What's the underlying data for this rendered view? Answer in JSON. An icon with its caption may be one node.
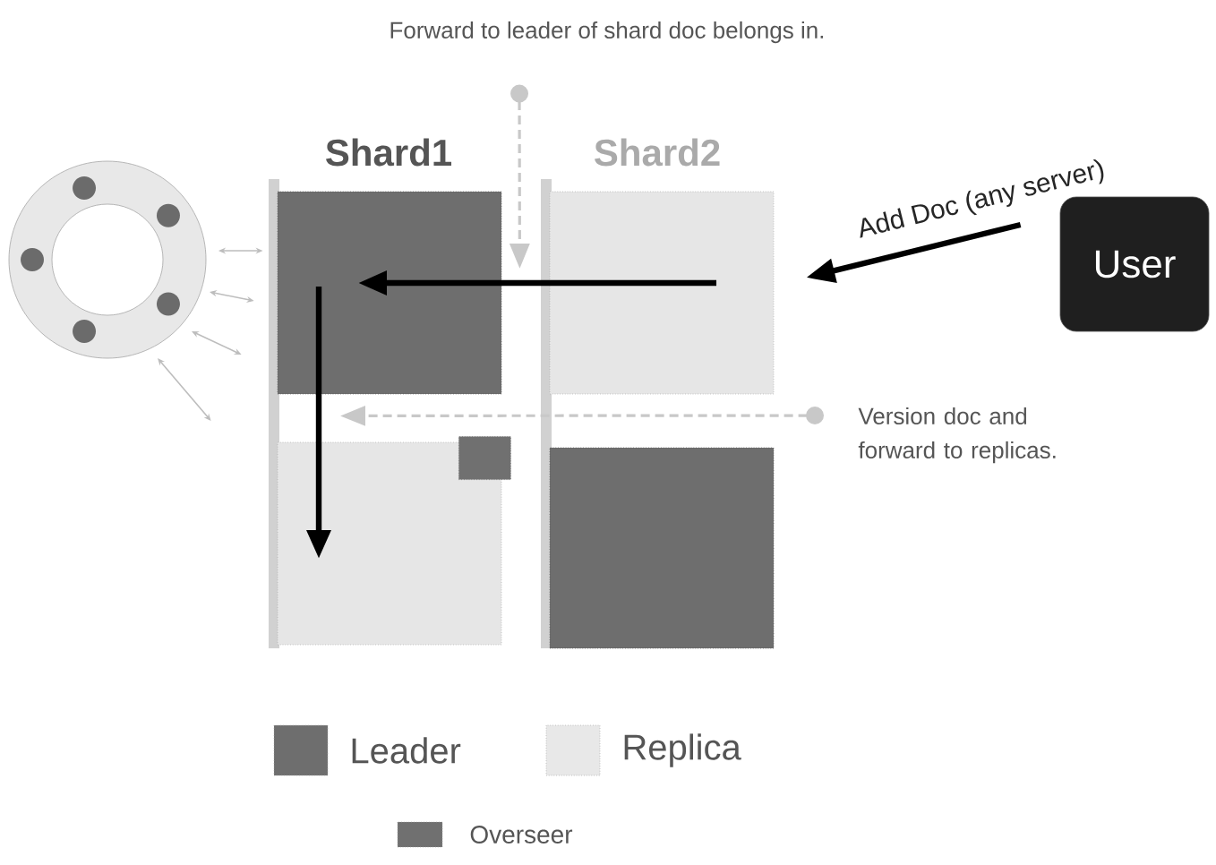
{
  "diagram": {
    "nodes": [
      {
        "text": [],
        "shape": "circle"
      },
      {
        "text": [],
        "shape": "box"
      },
      {
        "text": [],
        "shape": "box"
      },
      {
        "text": [],
        "shape": "box"
      },
      {
        "text": [],
        "shape": "box"
      },
      {
        "text": [
          "User"
        ]
      },
      {
        "text": [],
        "shape": "box",
        "in": 2
      },
      {
        "text": [
          "Forward to leader of shard doc belongs in."
        ]
      },
      {
        "text": [
          "Version doc and forward to replicas."
        ]
      }
    ],
    "edges": [
      {
        "from": 0,
        "to": 1,
        "arrow": "both",
        "color": "#bdbdbd"
      },
      {
        "from": 0,
        "to": 1,
        "arrow": "both",
        "color": "#bdbdbd"
      },
      {
        "from": 0,
        "to": 1,
        "arrow": "both",
        "color": "#bdbdbd"
      },
      {
        "from": 0,
        "to": 2,
        "arrow": "both",
        "color": "#bdbdbd"
      },
      {
        "from": 5,
        "to": 3,
        "arrow": "to",
        "style": "thick",
        "color": "#000000",
        "label": "Add Doc (any server)"
      },
      {
        "from": 3,
        "to": 1,
        "arrow": "to",
        "style": "thick",
        "color": "#000000"
      },
      {
        "from": 1,
        "to": 2,
        "arrow": "to",
        "style": "thick",
        "color": "#000000"
      },
      {
        "from": 7,
        "to": 1,
        "arrow": "to",
        "style": "dashed",
        "color": "#c8c8c8"
      },
      {
        "from": 8,
        "to": 1,
        "arrow": "to",
        "style": "dashed",
        "color": "#c8c8c8"
      }
    ],
    "labels": [
      "Shard1",
      "Shard2"
    ],
    "legend": [
      {
        "text": "Leader",
        "color": "#6e6e6e"
      },
      {
        "text": "Replica",
        "color": "#e8e8e8"
      },
      {
        "text": "Overseer",
        "color": "#707070"
      }
    ]
  }
}
